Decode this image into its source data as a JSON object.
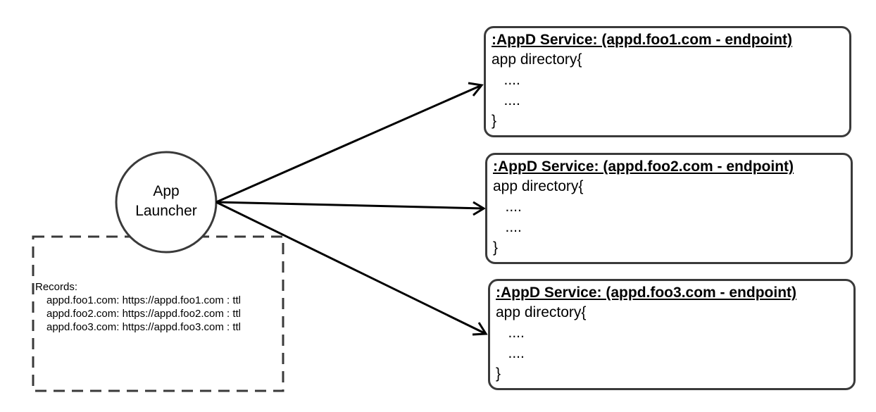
{
  "launcher": {
    "label_line1": "App",
    "label_line2": "Launcher"
  },
  "records": {
    "heading": "Records:",
    "items": [
      "appd.foo1.com: https://appd.foo1.com : ttl",
      "appd.foo2.com: https://appd.foo2.com : ttl",
      "appd.foo3.com: https://appd.foo3.com : ttl"
    ]
  },
  "services": [
    {
      "title": ":AppD Service: (appd.foo1.com - endpoint)",
      "line1": "app directory{",
      "line2": "   ....",
      "line3": "   ....",
      "line4": "}"
    },
    {
      "title": ":AppD Service: (appd.foo2.com - endpoint)",
      "line1": "app directory{",
      "line2": "   ....",
      "line3": "   ....",
      "line4": "}"
    },
    {
      "title": ":AppD Service: (appd.foo3.com - endpoint)",
      "line1": "app directory{",
      "line2": "   ....",
      "line3": "   ....",
      "line4": "}"
    }
  ]
}
